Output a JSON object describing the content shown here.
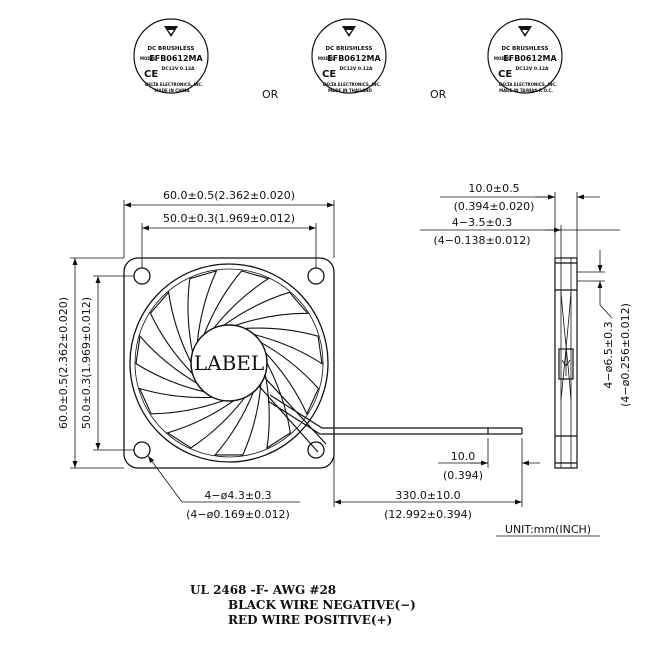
{
  "labels": {
    "brand": "DC BRUSHLESS",
    "model_prefix": "MODEL",
    "model": "EFB0612MA",
    "rating": "DC12V  0.12A",
    "ce_mark": "CE",
    "maker": "DELTA ELECTRONICS, INC.",
    "origin_1": "MADE IN CHINA",
    "origin_2": "MADE IN THAILAND",
    "origin_3": "MADE IN TAIWAN R.O.C."
  },
  "or_word": "OR",
  "fan_label": "LABEL",
  "dims": {
    "width_outer": "60.0±0.5(2.362±0.020)",
    "width_hole": "50.0±0.3(1.969±0.012)",
    "height_outer": "60.0±0.5(2.362±0.020)",
    "height_hole": "50.0±0.3(1.969±0.012)",
    "hole_mm": "4−ø4.3±0.3",
    "hole_in": "(4−ø0.169±0.012)",
    "wire_len_mm": "330.0±10.0",
    "wire_len_in": "(12.992±0.394)",
    "strip_mm": "10.0",
    "strip_in": "(0.394)",
    "thick_mm": "10.0±0.5",
    "thick_in": "(0.394±0.020)",
    "hole_depth_mm": "4−3.5±0.3",
    "hole_depth_in": "(4−0.138±0.012)",
    "side_hole_mm": "4−ø6.5±0.3",
    "side_hole_in": "(4−ø0.256±0.012)"
  },
  "unit_note": "UNIT:mm(INCH)",
  "notes": {
    "line1": "UL 2468 -F- AWG #28",
    "line2": "BLACK WIRE NEGATIVE(−)",
    "line3": "RED WIRE POSITIVE(+)"
  }
}
